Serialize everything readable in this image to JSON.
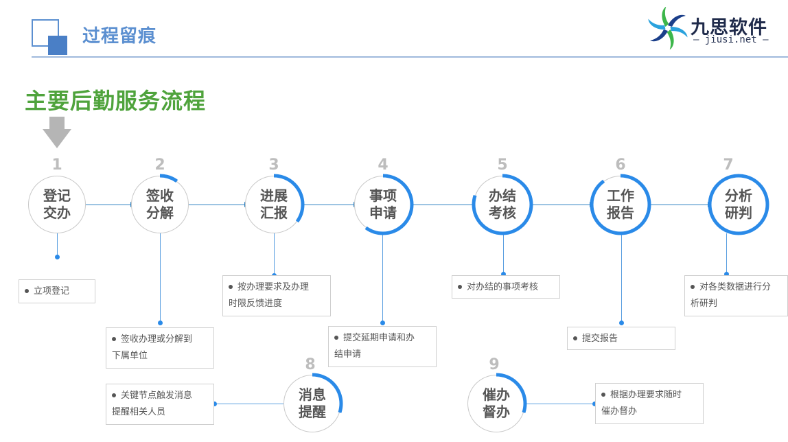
{
  "header": {
    "title": "过程留痕"
  },
  "logo": {
    "name": "九思软件",
    "sub": "— jiusi.net —"
  },
  "main_title": "主要后勤服务流程",
  "colors": {
    "accent_blue": "#2a8ae8",
    "title_green": "#4fa33c",
    "header_blue": "#5b8fd0"
  },
  "steps": [
    {
      "num": "1",
      "label": "登记\n交办",
      "desc": "立项登记",
      "progress": 0
    },
    {
      "num": "2",
      "label": "签收\n分解",
      "desc": "签收办理或分解到\n下属单位",
      "progress": 0.1
    },
    {
      "num": "3",
      "label": "进展\n汇报",
      "desc": "按办理要求及办理\n时限反馈进度",
      "progress": 0.35
    },
    {
      "num": "4",
      "label": "事项\n申请",
      "desc": "提交延期申请和办\n结申请",
      "progress": 0.6
    },
    {
      "num": "5",
      "label": "办结\n考核",
      "desc": "对办结的事项考核",
      "progress": 0.8
    },
    {
      "num": "6",
      "label": "工作\n报告",
      "desc": "提交报告",
      "progress": 0.9
    },
    {
      "num": "7",
      "label": "分析\n研判",
      "desc": "对各类数据进行分\n析研判",
      "progress": 1
    },
    {
      "num": "8",
      "label": "消息\n提醒",
      "desc": "关键节点触发消息\n提醒相关人员",
      "progress": 0.3
    },
    {
      "num": "9",
      "label": "催办\n督办",
      "desc": "根据办理要求随时\n催办督办",
      "progress": 0.3
    }
  ]
}
